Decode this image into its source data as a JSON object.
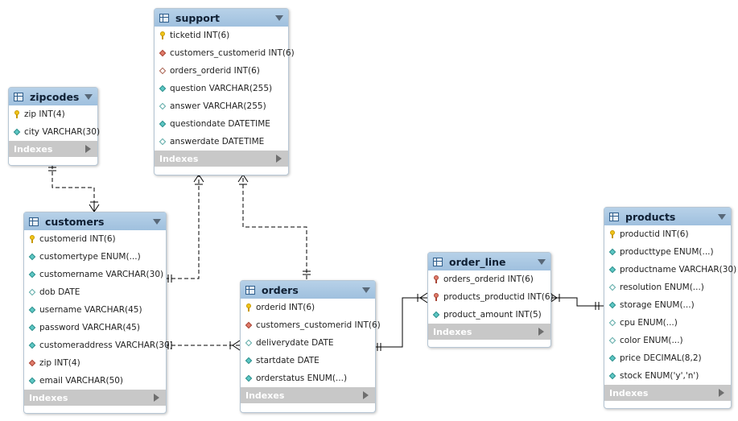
{
  "tables": {
    "zipcodes": {
      "name": "zipcodes",
      "columns": [
        {
          "icon": "primary-key-icon",
          "text": "zip INT(4)"
        },
        {
          "icon": "not-null-column-icon",
          "text": "city VARCHAR(30)"
        }
      ],
      "indexes_label": "Indexes"
    },
    "support": {
      "name": "support",
      "columns": [
        {
          "icon": "primary-key-icon",
          "text": "ticketid INT(6)"
        },
        {
          "icon": "foreign-key-icon",
          "text": "customers_customerid INT(6)"
        },
        {
          "icon": "nullable-foreign-key-icon",
          "text": "orders_orderid INT(6)"
        },
        {
          "icon": "not-null-column-icon",
          "text": "question VARCHAR(255)"
        },
        {
          "icon": "nullable-column-icon",
          "text": "answer VARCHAR(255)"
        },
        {
          "icon": "not-null-column-icon",
          "text": "questiondate DATETIME"
        },
        {
          "icon": "nullable-column-icon",
          "text": "answerdate DATETIME"
        }
      ],
      "indexes_label": "Indexes"
    },
    "customers": {
      "name": "customers",
      "columns": [
        {
          "icon": "primary-key-icon",
          "text": "customerid INT(6)"
        },
        {
          "icon": "not-null-column-icon",
          "text": "customertype ENUM(...)"
        },
        {
          "icon": "not-null-column-icon",
          "text": "customername VARCHAR(30)"
        },
        {
          "icon": "nullable-column-icon",
          "text": "dob DATE"
        },
        {
          "icon": "not-null-column-icon",
          "text": "username VARCHAR(45)"
        },
        {
          "icon": "not-null-column-icon",
          "text": "password VARCHAR(45)"
        },
        {
          "icon": "not-null-column-icon",
          "text": "customeraddress VARCHAR(30)"
        },
        {
          "icon": "foreign-key-icon",
          "text": "zip INT(4)"
        },
        {
          "icon": "not-null-column-icon",
          "text": "email VARCHAR(50)"
        }
      ],
      "indexes_label": "Indexes"
    },
    "orders": {
      "name": "orders",
      "columns": [
        {
          "icon": "primary-key-icon",
          "text": "orderid INT(6)"
        },
        {
          "icon": "foreign-key-icon",
          "text": "customers_customerid INT(6)"
        },
        {
          "icon": "nullable-column-icon",
          "text": "deliverydate DATE"
        },
        {
          "icon": "not-null-column-icon",
          "text": "startdate DATE"
        },
        {
          "icon": "not-null-column-icon",
          "text": "orderstatus ENUM(...)"
        }
      ],
      "indexes_label": "Indexes"
    },
    "order_line": {
      "name": "order_line",
      "columns": [
        {
          "icon": "primary-foreign-key-icon",
          "text": "orders_orderid INT(6)"
        },
        {
          "icon": "primary-foreign-key-icon",
          "text": "products_productid INT(6)"
        },
        {
          "icon": "not-null-column-icon",
          "text": "product_amount INT(5)"
        }
      ],
      "indexes_label": "Indexes"
    },
    "products": {
      "name": "products",
      "columns": [
        {
          "icon": "primary-key-icon",
          "text": "productid INT(6)"
        },
        {
          "icon": "not-null-column-icon",
          "text": "producttype ENUM(...)"
        },
        {
          "icon": "not-null-column-icon",
          "text": "productname VARCHAR(30)"
        },
        {
          "icon": "nullable-column-icon",
          "text": "resolution ENUM(...)"
        },
        {
          "icon": "not-null-column-icon",
          "text": "storage ENUM(...)"
        },
        {
          "icon": "nullable-column-icon",
          "text": "cpu ENUM(...)"
        },
        {
          "icon": "nullable-column-icon",
          "text": "color ENUM(...)"
        },
        {
          "icon": "not-null-column-icon",
          "text": "price DECIMAL(8,2)"
        },
        {
          "icon": "not-null-column-icon",
          "text": "stock ENUM('y','n')"
        }
      ],
      "indexes_label": "Indexes"
    }
  },
  "relationships": [
    {
      "from": "zipcodes",
      "to": "customers",
      "type": "one-to-many",
      "identifying": false
    },
    {
      "from": "customers",
      "to": "support",
      "type": "one-to-many",
      "identifying": false
    },
    {
      "from": "orders",
      "to": "support",
      "type": "one-to-many",
      "identifying": false
    },
    {
      "from": "customers",
      "to": "orders",
      "type": "one-to-many",
      "identifying": false
    },
    {
      "from": "orders",
      "to": "order_line",
      "type": "one-to-many",
      "identifying": true
    },
    {
      "from": "products",
      "to": "order_line",
      "type": "one-to-many",
      "identifying": true
    }
  ],
  "colors": {
    "header": "#a8c6e2",
    "indexes_bar": "#c8c8c8",
    "primary_key": "#f0c419",
    "foreign_key": "#e07b6a",
    "column": "#5cc7c4",
    "line": "#000000"
  }
}
